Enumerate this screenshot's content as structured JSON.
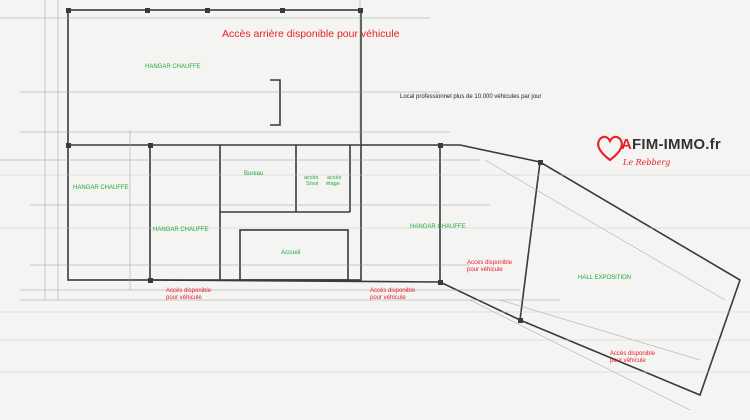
{
  "title": "Accès arrière disponible pour véhicule",
  "subtitle": "Local professionnel plus de 10.000 véhicules par jour",
  "rooms": {
    "hangar_top": "HANGAR CHAUFFE",
    "hangar_left": "HANGAR CHAUFFE",
    "hangar_center": "HANGAR CHAUFFE",
    "hangar_right": "HANGAR CHAUFFE",
    "bureau": "Bureau",
    "acces_1": "accès",
    "acces_2": "accès",
    "etage_1": "S/sol",
    "etage_2": "étage",
    "accueil": "Accueil",
    "hall": "HALL EXPOSITION"
  },
  "access_notes": {
    "left_1": "Accès disponible",
    "left_2": "pour véhicule",
    "center_1": "Accès disponible",
    "center_2": "pour véhicule",
    "right_1": "Accès disponible",
    "right_2": "pour véhicule",
    "bottom_1": "Accès disponible",
    "bottom_2": "pour véhicule"
  },
  "logo": {
    "prefix": "A",
    "brand": "FIM-IMMO",
    "suffix": ".fr",
    "sub": "Le Rebberg",
    "accent": "#e8202a"
  },
  "colors": {
    "line": "#3a3a3a",
    "label_red": "#e8202a",
    "label_green": "#1faa3a"
  }
}
